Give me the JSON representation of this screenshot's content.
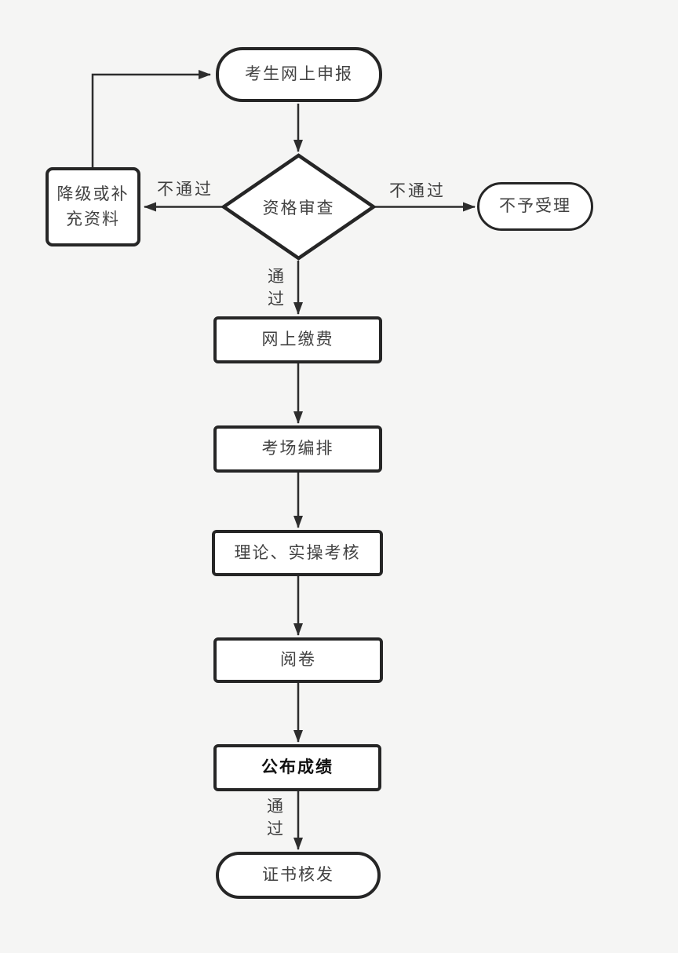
{
  "colors": {
    "background": "#f5f5f4",
    "node_fill": "#ffffff",
    "node_border": "#262626",
    "connector": "#2d2d2d",
    "text": "#424242"
  },
  "nodes": {
    "apply": {
      "label": "考生网上申报",
      "shape": "stadium"
    },
    "review": {
      "label": "资格审查",
      "shape": "diamond"
    },
    "downgrade": {
      "label": "降级或补充资料",
      "shape": "rounded-rect"
    },
    "reject": {
      "label": "不予受理",
      "shape": "stadium"
    },
    "pay": {
      "label": "网上缴费",
      "shape": "rect"
    },
    "arrange": {
      "label": "考场编排",
      "shape": "rect"
    },
    "exam": {
      "label": "理论、实操考核",
      "shape": "rect"
    },
    "marking": {
      "label": "阅卷",
      "shape": "rect"
    },
    "results": {
      "label": "公布成绩",
      "shape": "rect"
    },
    "certificate": {
      "label": "证书核发",
      "shape": "stadium"
    }
  },
  "edge_labels": {
    "fail_left": "不通过",
    "fail_right": "不通过",
    "pass_mid": "通过",
    "pass_final": "通过"
  }
}
